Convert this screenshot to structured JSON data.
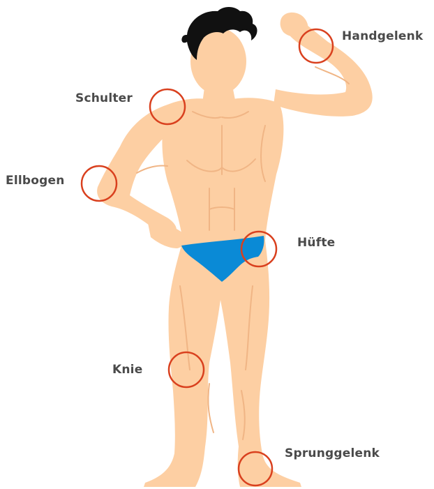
{
  "labels": {
    "wrist": "Handgelenk",
    "shoulder": "Schulter",
    "elbow": "Ellbogen",
    "hip": "Hüfte",
    "knee": "Knie",
    "ankle": "Sprunggelenk"
  },
  "colors": {
    "skin": "#fdcfa3",
    "skin_line": "#f0b585",
    "hair": "#111111",
    "briefs": "#0a8ad6",
    "circle": "#d9401e",
    "label": "#4a4a4a"
  }
}
